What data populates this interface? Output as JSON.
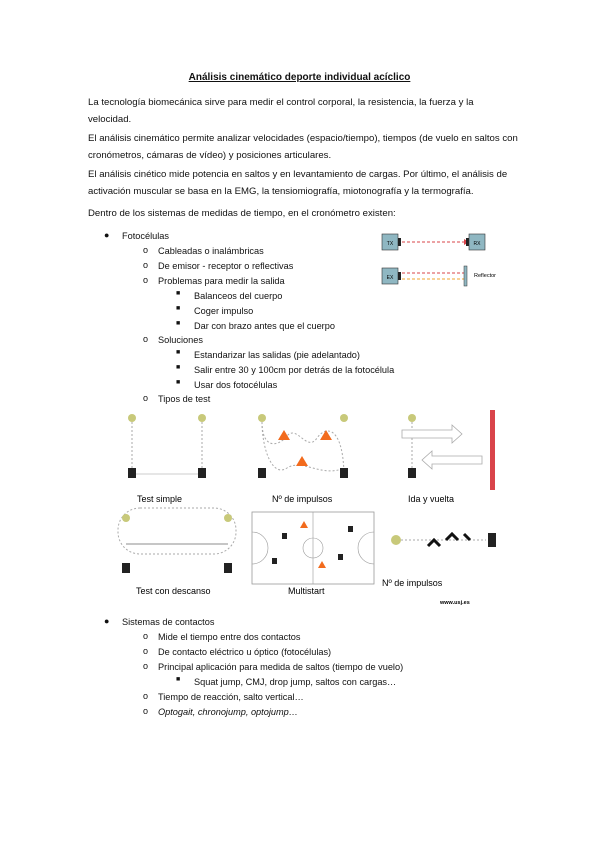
{
  "title": "Análisis cinemático deporte individual acíclico",
  "paragraphs": [
    "La tecnología biomecánica sirve para medir el control corporal, la resistencia, la fuerza y la velocidad.",
    "El análisis cinemático permite analizar velocidades (espacio/tiempo), tiempos (de vuelo en saltos con cronómetros, cámaras de vídeo) y posiciones articulares.",
    "El análisis cinético mide potencia en saltos y en levantamiento de cargas. Por último, el análisis de activación muscular se basa en la EMG, la tensiomiografía, miotonografía y la termografía.",
    "Dentro de los sistemas de medidas de tiempo, en el cronómetro existen:"
  ],
  "list1": {
    "heading": "Fotocélulas",
    "items": [
      "Cableadas o inalámbricas",
      "De emisor - receptor o reflectivas",
      "Problemas para medir la salida",
      "Balanceos del cuerpo",
      "Coger impulso",
      "Dar con brazo antes que el cuerpo",
      "Soluciones",
      "Estandarizar las salidas (pie adelantado)",
      "Salir entre 30 y 100cm por detrás de la fotocélula",
      "Usar dos fotocélulas",
      "Tipos de test"
    ]
  },
  "diagram": {
    "tx": "TX",
    "rx": "RX",
    "ex": "EX",
    "reflector": "Reflector"
  },
  "figures": {
    "captions": [
      "Test simple",
      "Nº de impulsos",
      "Ida y vuelta",
      "Test con descanso",
      "Multistart",
      "Nº de impulsos"
    ],
    "watermark": "www.usj.es"
  },
  "list2": {
    "heading": "Sistemas de contactos",
    "items": [
      "Mide el tiempo entre dos contactos",
      "De contacto eléctrico u óptico (fotocélulas)",
      "Principal aplicación para medida de saltos (tiempo de vuelo)",
      "Squat jump, CMJ, drop jump, saltos con cargas…",
      "Tiempo de reacción, salto vertical…",
      "Optogait, chronojump, optojump…"
    ]
  },
  "colors": {
    "orange": "#f26b1d",
    "red_bar": "#d9444a",
    "teal": "#8fb7c2",
    "bulb": "#c8c97a"
  }
}
